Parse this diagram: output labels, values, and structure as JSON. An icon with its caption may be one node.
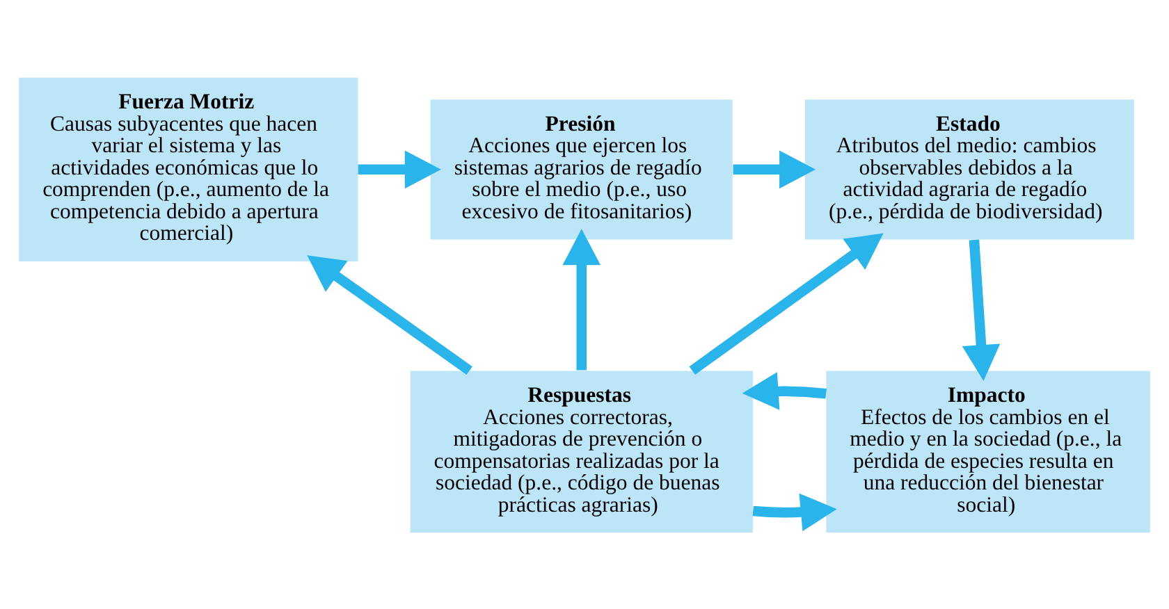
{
  "diagram": {
    "nodes": [
      {
        "text": [
          "Fuerza Motriz",
          "Causas subyacentes que hacen variar el sistema y las actividades económicas que lo comprenden (p.e., aumento de la competencia debido a apertura comercial)"
        ]
      },
      {
        "text": [
          "Presión",
          "Acciones que ejercen los sistemas agrarios de regadío sobre el medio (p.e., uso excesivo de fitosanitarios)"
        ]
      },
      {
        "text": [
          "Estado",
          "Atributos del medio: cambios observables debidos a la actividad agraria de regadío (p.e., pérdida de biodiversidad)"
        ]
      },
      {
        "text": [
          "Respuestas",
          "Acciones correctoras, mitigadoras de prevención o compensatorias realizadas por la sociedad (p.e., código de buenas prácticas agrarias)"
        ]
      },
      {
        "text": [
          "Impacto",
          "Efectos de los cambios en el medio y en la sociedad (p.e., la pérdida de especies resulta en una reducción del bienestar social)"
        ]
      }
    ],
    "edges": [
      {
        "from": 0,
        "to": 1,
        "arrow": "to"
      },
      {
        "from": 1,
        "to": 2,
        "arrow": "to"
      },
      {
        "from": 2,
        "to": 4,
        "arrow": "to"
      },
      {
        "from": 4,
        "to": 3,
        "arrow": "to"
      },
      {
        "from": 3,
        "to": 4,
        "arrow": "to"
      },
      {
        "from": 3,
        "to": 0,
        "arrow": "to"
      },
      {
        "from": 3,
        "to": 1,
        "arrow": "to"
      },
      {
        "from": 3,
        "to": 2,
        "arrow": "to"
      }
    ]
  }
}
